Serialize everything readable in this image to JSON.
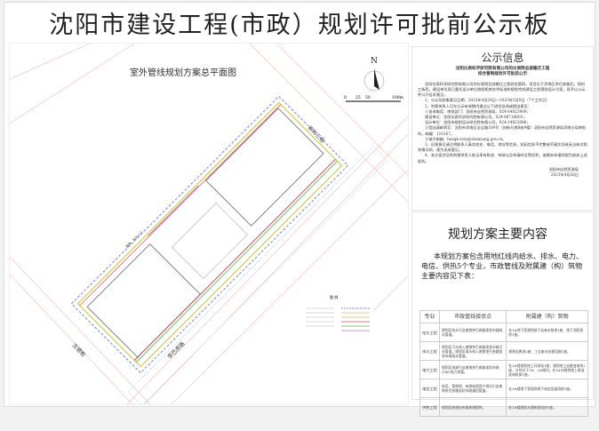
{
  "title": "沈阳市建设工程(市政）规划许可批前公示板",
  "map": {
    "title": "室外管线规划方案总平面图",
    "north": "N",
    "scale": [
      "0",
      "25",
      "50",
      "100m"
    ],
    "roads": [
      "祝科三街",
      "文德街",
      "李巴彦路"
    ],
    "legend_title": "图 例",
    "entrance": "南侧、主出入口"
  },
  "info": {
    "heading": "公示信息",
    "subtitle1": "沈阳仪表科学研究院有限公司的仪表院总部搬迁工程",
    "subtitle2": "综合管网规划许可批前公示",
    "paragraphs": [
      "沈阳仪表科学研究院有限公司的仪表院总部搬迁工程综合管网，项目位于浑南区李巴彦路北，祝科三街西，建设单位现已委托设计单位按照相关技术标准和规划完成建设工程规划设计方案，现予以公示并公开征求意见。",
      "1、公示及收集意见日期：2023年4月28日—2023年5月8日（7个工作日）",
      "2、利害关系人可在公示有效期内通过以下途径咨询或提出意见：",
      "①咨询电话：审批部门：沈阳市自然资源局，024-84823909；",
      "建设单位：沈阳仪表科学研究院有限公司，024-88718603；",
      "设计单位：沈阳市规划设计研究院有限公司，024-24823086；",
      "②信函请邮寄至：沈阳市浑南区全运路109号（创新天地B座9楼）沈阳市自然资源局浑南分局审批科，邮编：110167。",
      "③电子邮箱：hnzgk-zrzy@shenyang.gov.cn。",
      "3、反馈意见请注明联系人真实姓名、电话、地址等信息，如因信息不完整或不真实导致无法核对相关情况的，视为无效意见。",
      "4、本方案涉及的利害关系人依法享有陈述、申辩以及申请听证等权利，逾期未申请则视为放弃上述权利。"
    ],
    "signer": "沈阳市自然资源局",
    "date": "2023年4月26日"
  },
  "plan": {
    "heading": "规划方案主要内容",
    "intro": "本规划方案包含用地红线内给水、排水、电力、电信、供热5个专业，市政管线及附属建（构）筑物主要内容见下表：",
    "headers": [
      "专业",
      "市政管线接驳点",
      "附属建（构）筑物"
    ],
    "rows": [
      [
        "给水工程",
        "规划区给水引自南侧李巴彦路现状市政给水管道。",
        "在3#地下室规划地下自来水泵房1座、地下消防泵房1座。"
      ],
      [
        "排水工程",
        "规划区污水排入南侧李巴彦路现状市政污水管道，规划区雨水排入南侧李巴彦路现状市政雨水管道。",
        "规划化粪池2座、工业废水处理设施1座。"
      ],
      [
        "电力工程",
        "规划区电源引自南侧李巴彦路现状市政10kV电力排管。",
        "在3#楼规划地上开闭站1座，规划地上自维变电所2座，分别位于1#、2#楼内；在1#内规划地上柴油发电机房1座。"
      ],
      [
        "电信工程",
        "电话、宽带网、有线电视用户线均引自南侧李巴彦路现状市政通信管道。",
        "在3#楼地下室规划地下电信设施用房1座。"
      ],
      [
        "供热工程",
        "规划区热源由市政热源提供。",
        "在3#楼规划水源热泵机房1座。"
      ]
    ]
  }
}
